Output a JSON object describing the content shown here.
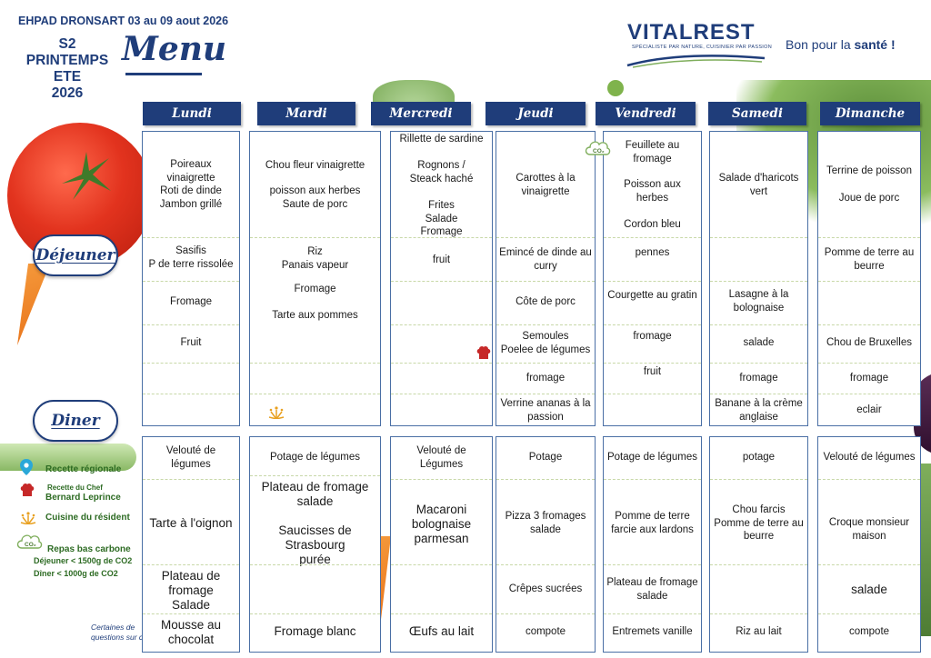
{
  "header": {
    "establishment": "EHPAD DRONSART 03 au 09 aout 2026",
    "season_lines": [
      "S2",
      "PRINTEMPS",
      "ETE",
      "2026"
    ],
    "menu_title": "Menu",
    "logo": "VITALREST",
    "logo_tagline": "SPÉCIALISTE PAR NATURE, CUISINIER PAR PASSION",
    "slogan_prefix": "Bon pour la ",
    "slogan_bold": "santé !"
  },
  "meals": {
    "lunch_label": "Déjeuner",
    "dinner_label": "Diner"
  },
  "legend": {
    "regional": "Recette régionale",
    "chef_line1": "Recette du Chef",
    "chef_line2": "Bernard Leprince",
    "resident": "Cuisine du résident",
    "low_carbon": "Repas bas carbone",
    "lunch_limit": "Déjeuner < 1500g de CO2",
    "dinner_limit": "Dîner < 1000g de CO2",
    "co2_badge": "CO₂"
  },
  "footnote": [
    "Certaines de",
    "questions sur c"
  ],
  "days": [
    {
      "name": "Lundi",
      "lunch": [
        "Poireaux\nvinaigrette\nRoti de dinde\nJambon grillé",
        "Sasifis\nP de terre rissolée",
        "Fromage",
        "Fruit"
      ],
      "dinner": [
        "Velouté de\nlégumes",
        "Tarte à l'oignon",
        "Plateau de\nfromage\nSalade",
        "Mousse au\nchocolat"
      ]
    },
    {
      "name": "Mardi",
      "lunch": [
        "Chou fleur vinaigrette",
        "poisson aux herbes\nSaute de porc",
        "Riz\nPanais vapeur",
        "Fromage",
        "Tarte aux pommes"
      ],
      "dinner": [
        "Potage de légumes",
        "Plateau de fromage\nsalade",
        "Saucisses de\nStrasbourg\npurée",
        "Fromage blanc"
      ]
    },
    {
      "name": "Mercredi",
      "lunch": [
        "Rillette de sardine",
        "Rognons  /\nSteack haché",
        "Frites\nSalade\nFromage",
        "fruit"
      ],
      "dinner": [
        "Velouté de\nLégumes",
        "Macaroni\nbolognaise\nparmesan",
        "Œufs au lait"
      ]
    },
    {
      "name": "Jeudi",
      "lunch": [
        "Carottes à la\nvinaigrette",
        "Emincé de dinde au\ncurry",
        "Côte de porc",
        "Semoules\nPoelee de légumes",
        "fromage",
        "Verrine ananas à la\npassion"
      ],
      "dinner": [
        "Potage",
        "Pizza 3 fromages\nsalade",
        "Crêpes sucrées",
        "compote"
      ]
    },
    {
      "name": "Vendredi",
      "lunch": [
        "Feuillete au\nfromage",
        "Poisson aux\nherbes",
        "Cordon bleu",
        "pennes",
        "Courgette  au gratin",
        "fromage",
        "fruit"
      ],
      "dinner": [
        "Potage de légumes",
        "Pomme de terre\nfarcie aux lardons",
        "Plateau de fromage\nsalade",
        "Entremets vanille"
      ]
    },
    {
      "name": "Samedi",
      "lunch": [
        "Salade d'haricots\nvert",
        "Lasagne à la\nbolognaise",
        "salade",
        "fromage",
        "Banane à la crème\nanglaise"
      ],
      "dinner": [
        "potage",
        "Chou farcis\nPomme de terre au\nbeurre",
        "Riz au lait"
      ]
    },
    {
      "name": "Dimanche",
      "lunch": [
        "Terrine  de poisson",
        "Joue de porc",
        "Pomme de terre au\nbeurre",
        "Chou de Bruxelles",
        "fromage",
        "eclair"
      ],
      "dinner": [
        "Velouté de légumes",
        "Croque monsieur\nmaison",
        "salade",
        "compote"
      ]
    }
  ]
}
